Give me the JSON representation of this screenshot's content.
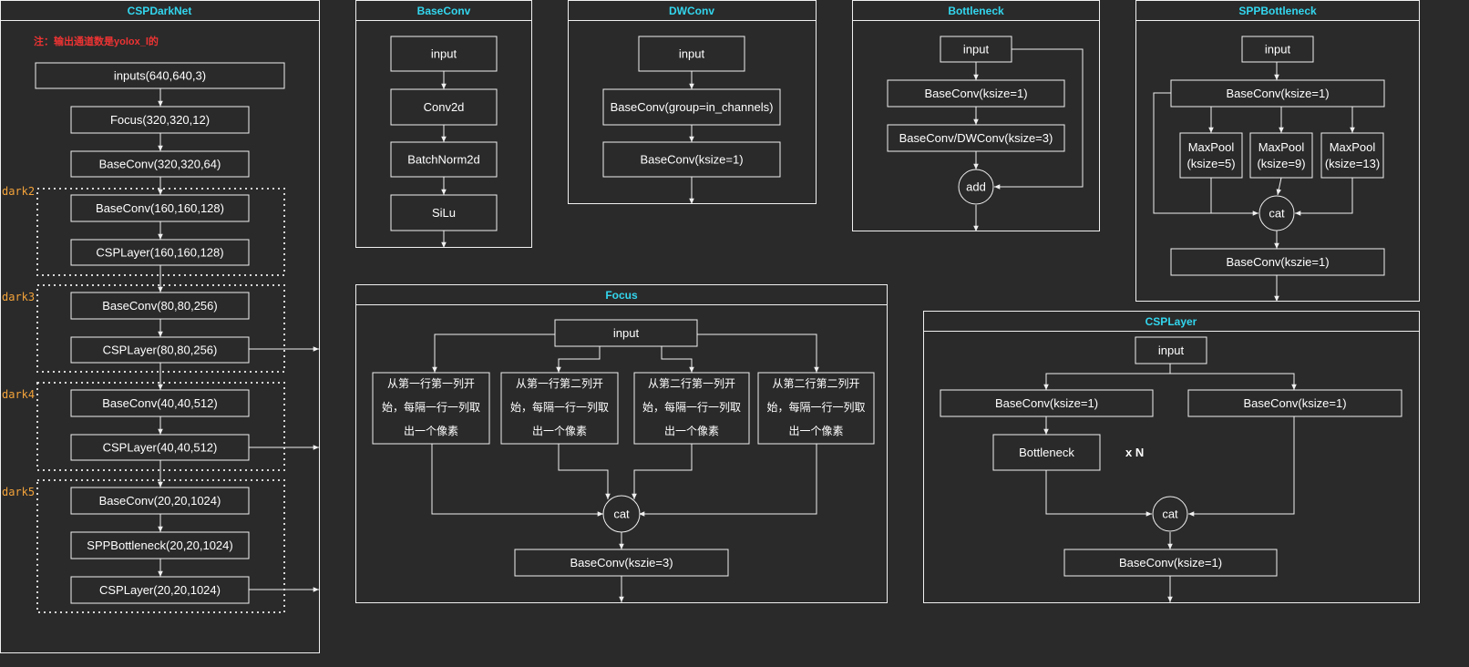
{
  "panels": {
    "cspdarknet": {
      "title": "CSPDarkNet",
      "note": "注：输出通道数是yolox_l的",
      "nodes": [
        "inputs(640,640,3)",
        "Focus(320,320,12)",
        "BaseConv(320,320,64)",
        "BaseConv(160,160,128)",
        "CSPLayer(160,160,128)",
        "BaseConv(80,80,256)",
        "CSPLayer(80,80,256)",
        "BaseConv(40,40,512)",
        "CSPLayer(40,40,512)",
        "BaseConv(20,20,1024)",
        "SPPBottleneck(20,20,1024)",
        "CSPLayer(20,20,1024)"
      ],
      "stages": [
        "dark2",
        "dark3",
        "dark4",
        "dark5"
      ]
    },
    "baseconv": {
      "title": "BaseConv",
      "nodes": [
        "input",
        "Conv2d",
        "BatchNorm2d",
        "SiLu"
      ]
    },
    "dwconv": {
      "title": "DWConv",
      "nodes": [
        "input",
        "BaseConv(group=in_channels)",
        "BaseConv(ksize=1)"
      ]
    },
    "bottleneck": {
      "title": "Bottleneck",
      "nodes": [
        "input",
        "BaseConv(ksize=1)",
        "BaseConv/DWConv(ksize=3)",
        "add"
      ]
    },
    "sppbottleneck": {
      "title": "SPPBottleneck",
      "nodes": [
        "input",
        "BaseConv(ksize=1)",
        "cat",
        "BaseConv(kszie=1)"
      ],
      "pools": [
        [
          "MaxPool",
          "(ksize=5)"
        ],
        [
          "MaxPool",
          "(ksize=9)"
        ],
        [
          "MaxPool",
          "(ksize=13)"
        ]
      ]
    },
    "focus": {
      "title": "Focus",
      "nodes": [
        "input",
        "cat",
        "BaseConv(kszie=3)"
      ],
      "slices": [
        [
          "从第一行第一列开",
          "始，每隔一行一列取",
          "出一个像素"
        ],
        [
          "从第一行第二列开",
          "始，每隔一行一列取",
          "出一个像素"
        ],
        [
          "从第二行第一列开",
          "始，每隔一行一列取",
          "出一个像素"
        ],
        [
          "从第二行第二列开",
          "始，每隔一行一列取",
          "出一个像素"
        ]
      ]
    },
    "csplayer": {
      "title": "CSPLayer",
      "nodes": [
        "input",
        "BaseConv(ksize=1)",
        "BaseConv(ksize=1)",
        "Bottleneck",
        "cat",
        "BaseConv(ksize=1)"
      ],
      "repeat": "x N"
    }
  }
}
